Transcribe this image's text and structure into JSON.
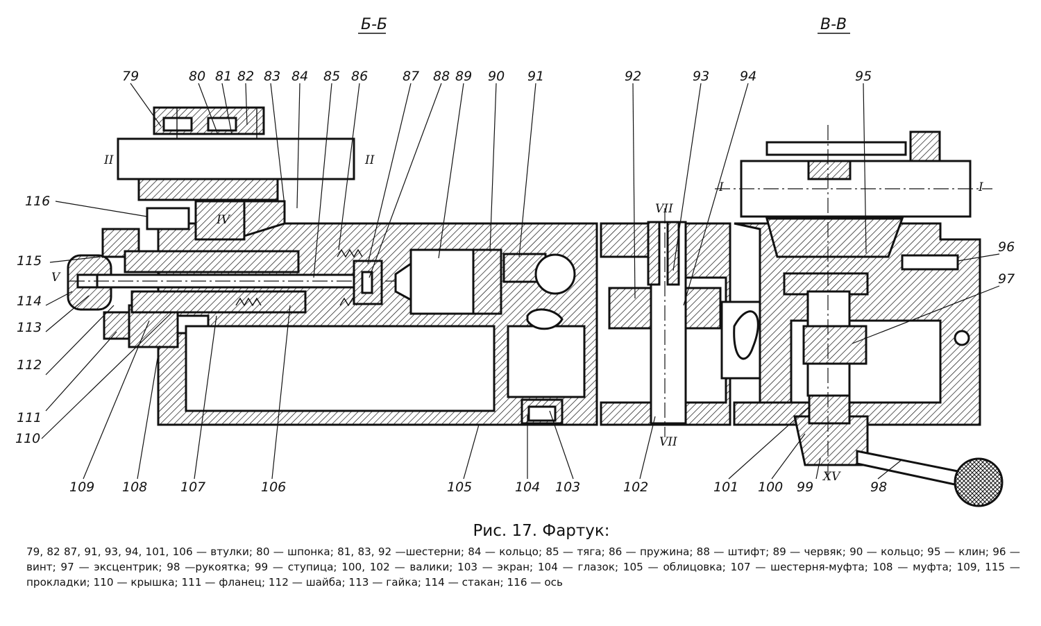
{
  "section_labels": {
    "left": "Б-Б",
    "right": "В-В"
  },
  "axis_labels": [
    "II",
    "II",
    "IV",
    "V",
    "I",
    "I",
    "VII",
    "VII",
    "XV"
  ],
  "callouts": [
    "79",
    "80",
    "81",
    "82",
    "83",
    "84",
    "85",
    "86",
    "87",
    "88",
    "89",
    "90",
    "91",
    "92",
    "93",
    "94",
    "95",
    "96",
    "97",
    "98",
    "99",
    "100",
    "101",
    "102",
    "103",
    "104",
    "105",
    "106",
    "107",
    "108",
    "109",
    "110",
    "111",
    "112",
    "113",
    "114",
    "115",
    "116"
  ],
  "caption": {
    "title": "Рис. 17. Фартук:",
    "text": "79, 82 87, 91, 93, 94, 101, 106 — втулки; 80 — шпонка; 81, 83, 92 —шестерни; 84 — кольцо; 85 — тяга; 86 — пружина; 88 — штифт; 89 — червяк; 90 — кольцо; 95 — клин; 96 — винт; 97 — эксцентрик; 98 —рукоятка; 99 — ступица; 100, 102 — валики; 103 — экран; 104 — глазок; 105 — облицовка; 107 — шестерня-муфта; 108 — муфта; 109, 115 — прокладки; 110 — крышка; 111 — фланец; 112 — шайба; 113 — гайка; 114 — стакан; 116 — ось"
  }
}
